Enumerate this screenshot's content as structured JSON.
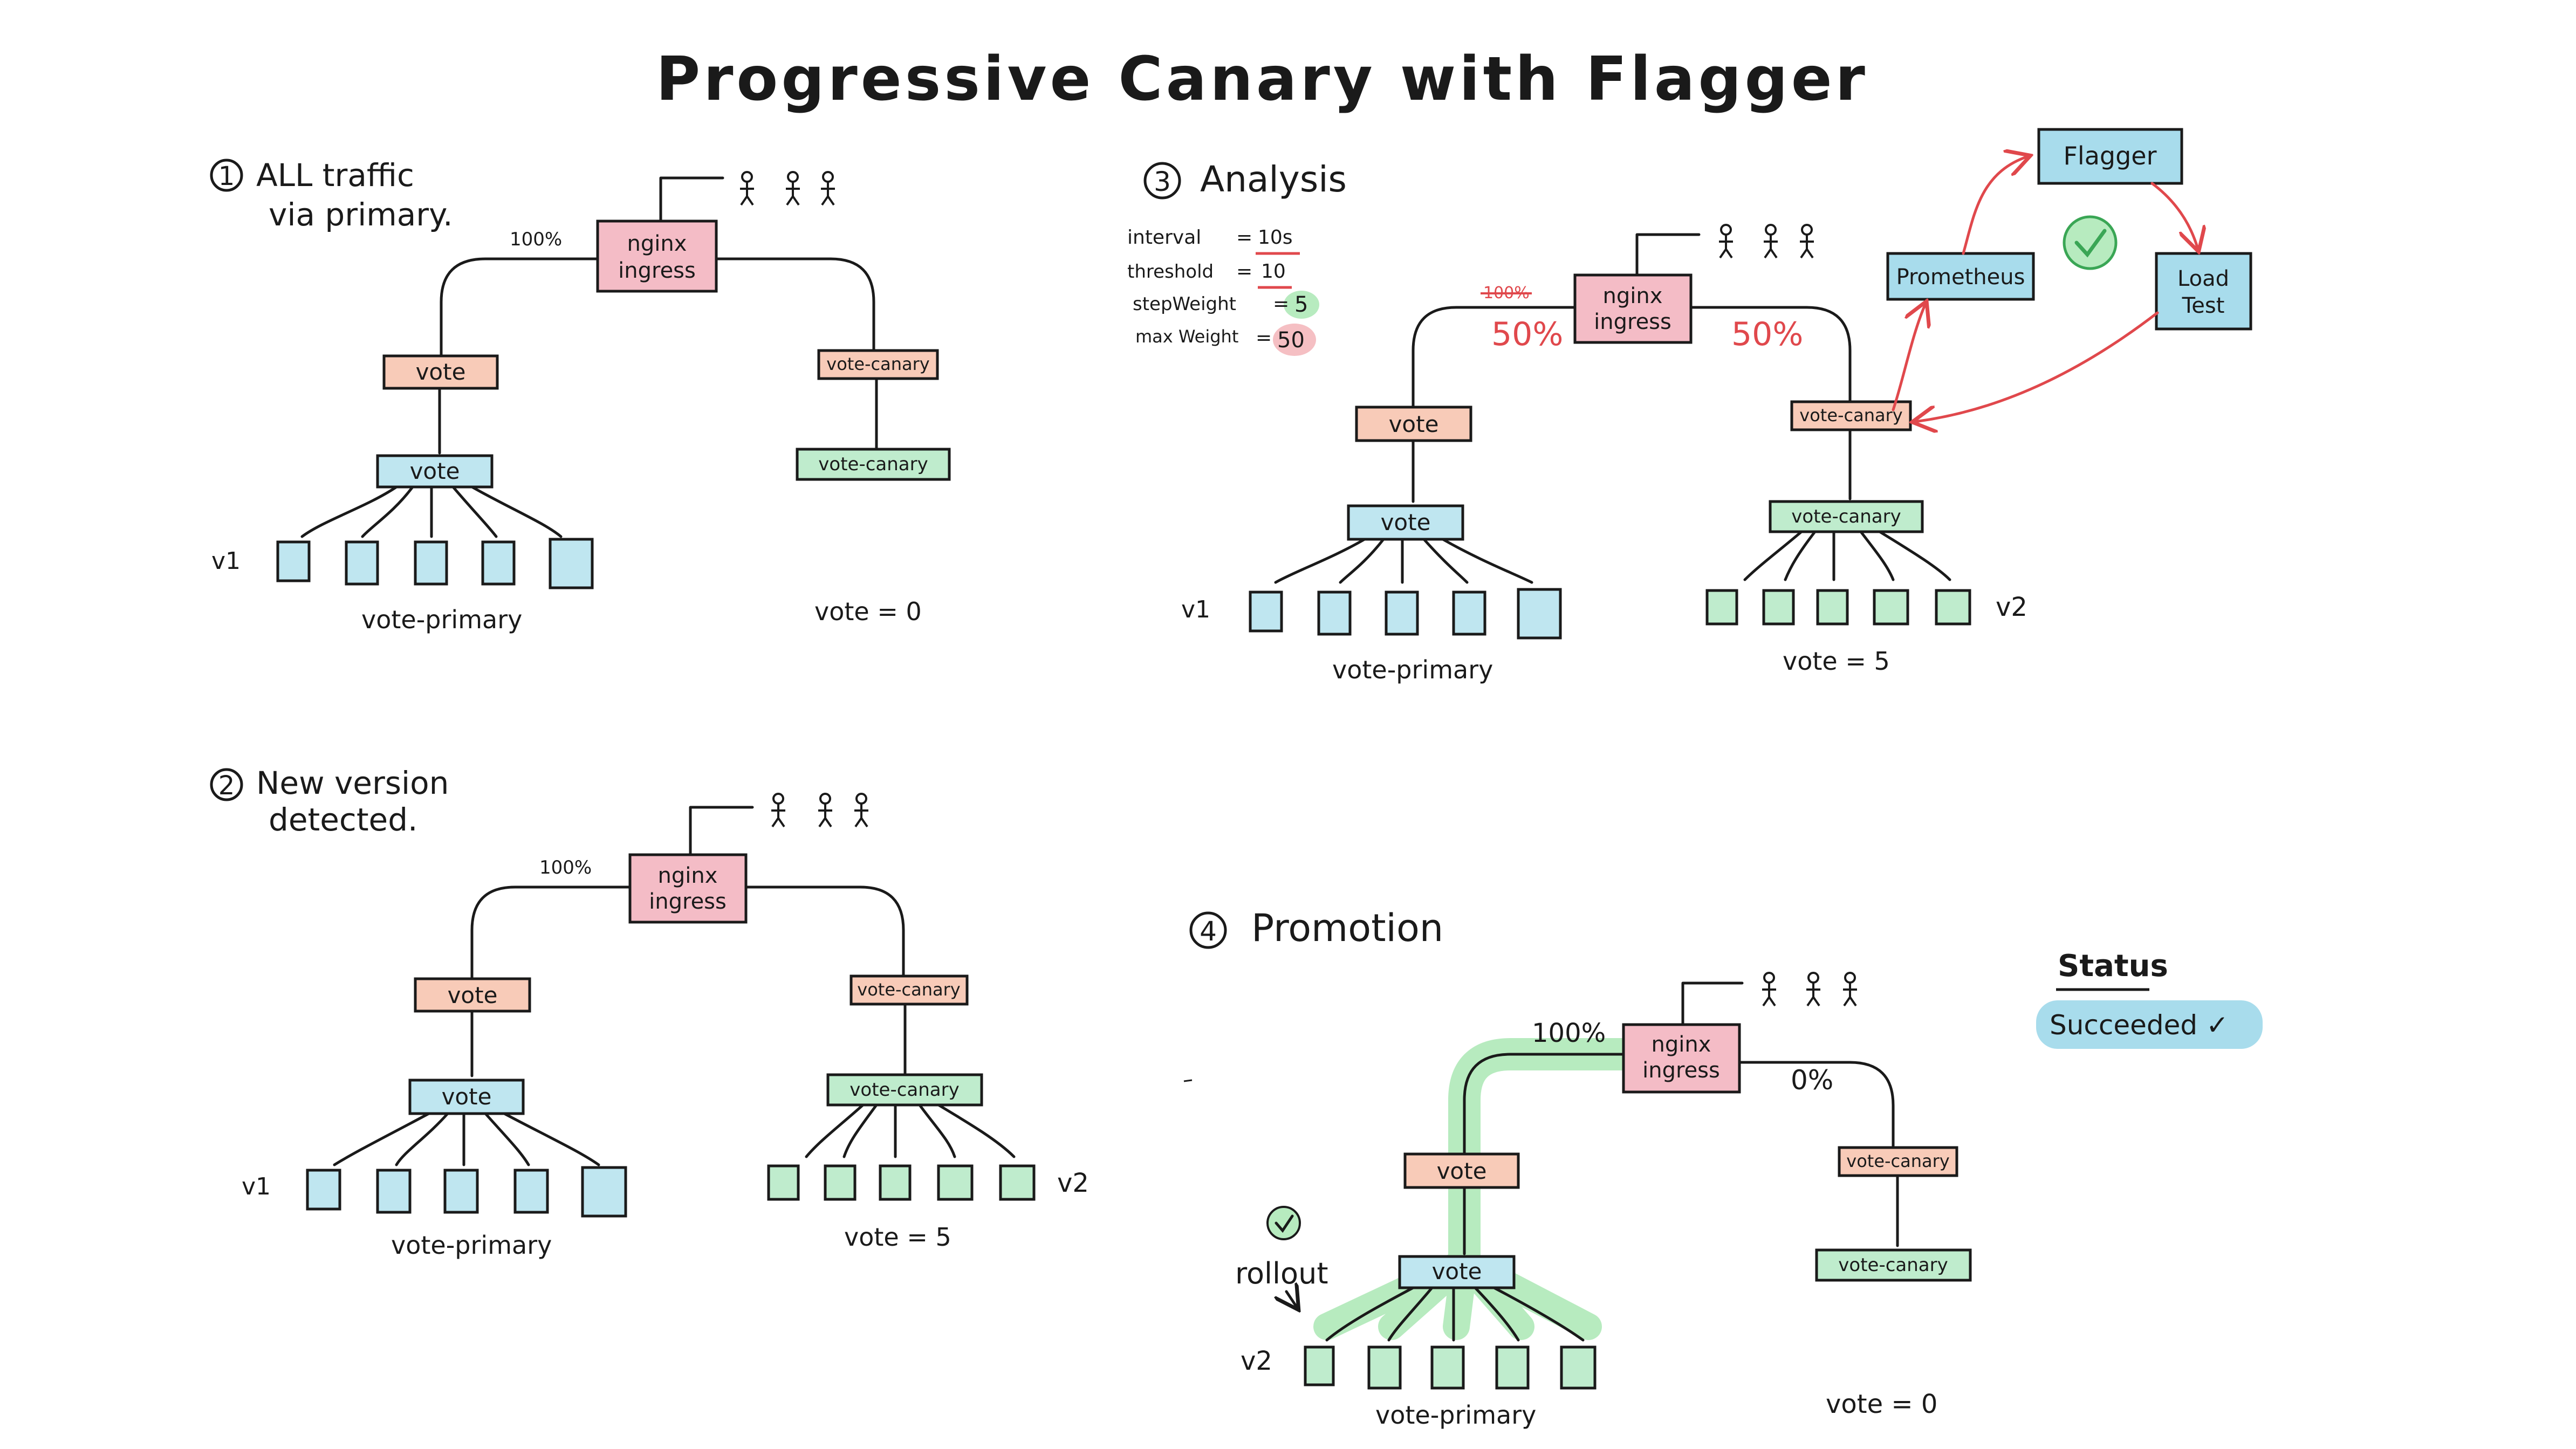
{
  "title": "Progressive Canary with Flagger",
  "colors": {
    "ingress": "#f4bcc6",
    "service": "#f8cbb8",
    "primary": "#bfe6f0",
    "canary": "#bfeccd",
    "pod_v1": "#bfe6f0",
    "pod_v2": "#bfeccd",
    "flagger": "#a8dcec",
    "highlight_green": "#b7ebbf",
    "highlight_pink": "#f5bfc3",
    "status_bg": "#a8dcec",
    "arrow": "#e0484c",
    "check": "#3aa655"
  },
  "panels": {
    "p1": {
      "number": "1",
      "heading_line1": "ALL traffic",
      "heading_line2": "via primary.",
      "ingress_line1": "nginx",
      "ingress_line2": "ingress",
      "left_weight": "100%",
      "service_primary": "vote",
      "service_canary": "vote-canary",
      "deploy_primary": "vote",
      "deploy_canary": "vote-canary",
      "version_primary": "v1",
      "primary_label": "vote-primary",
      "canary_count": "vote = 0"
    },
    "p2": {
      "number": "2",
      "heading_line1": "New version",
      "heading_line2": "detected.",
      "ingress_line1": "nginx",
      "ingress_line2": "ingress",
      "left_weight": "100%",
      "service_primary": "vote",
      "service_canary": "vote-canary",
      "deploy_primary": "vote",
      "deploy_canary": "vote-canary",
      "version_primary": "v1",
      "version_canary": "v2",
      "primary_label": "vote-primary",
      "canary_count": "vote = 5"
    },
    "p3": {
      "number": "3",
      "heading": "Analysis",
      "params": [
        {
          "key": "interval",
          "value": "10s"
        },
        {
          "key": "threshold",
          "value": "10"
        },
        {
          "key": "stepWeight",
          "value": "5"
        },
        {
          "key": "max Weight",
          "value": "50"
        }
      ],
      "ingress_line1": "nginx",
      "ingress_line2": "ingress",
      "struck_weight": "100%",
      "left_weight": "50%",
      "right_weight": "50%",
      "service_primary": "vote",
      "service_canary": "vote-canary",
      "deploy_primary": "vote",
      "deploy_canary": "vote-canary",
      "version_primary": "v1",
      "version_canary": "v2",
      "primary_label": "vote-primary",
      "canary_count": "vote = 5",
      "prometheus": "Prometheus",
      "flagger": "Flagger",
      "loadtest_line1": "Load",
      "loadtest_line2": "Test"
    },
    "p4": {
      "number": "4",
      "heading": "Promotion",
      "ingress_line1": "nginx",
      "ingress_line2": "ingress",
      "left_weight": "100%",
      "right_weight": "0%",
      "service_primary": "vote",
      "service_canary": "vote-canary",
      "deploy_primary": "vote",
      "deploy_canary": "vote-canary",
      "rollout": "rollout",
      "version_primary": "v2",
      "primary_label": "vote-primary",
      "canary_count": "vote = 0",
      "status_label": "Status",
      "status_value": "Succeeded ✓"
    }
  }
}
